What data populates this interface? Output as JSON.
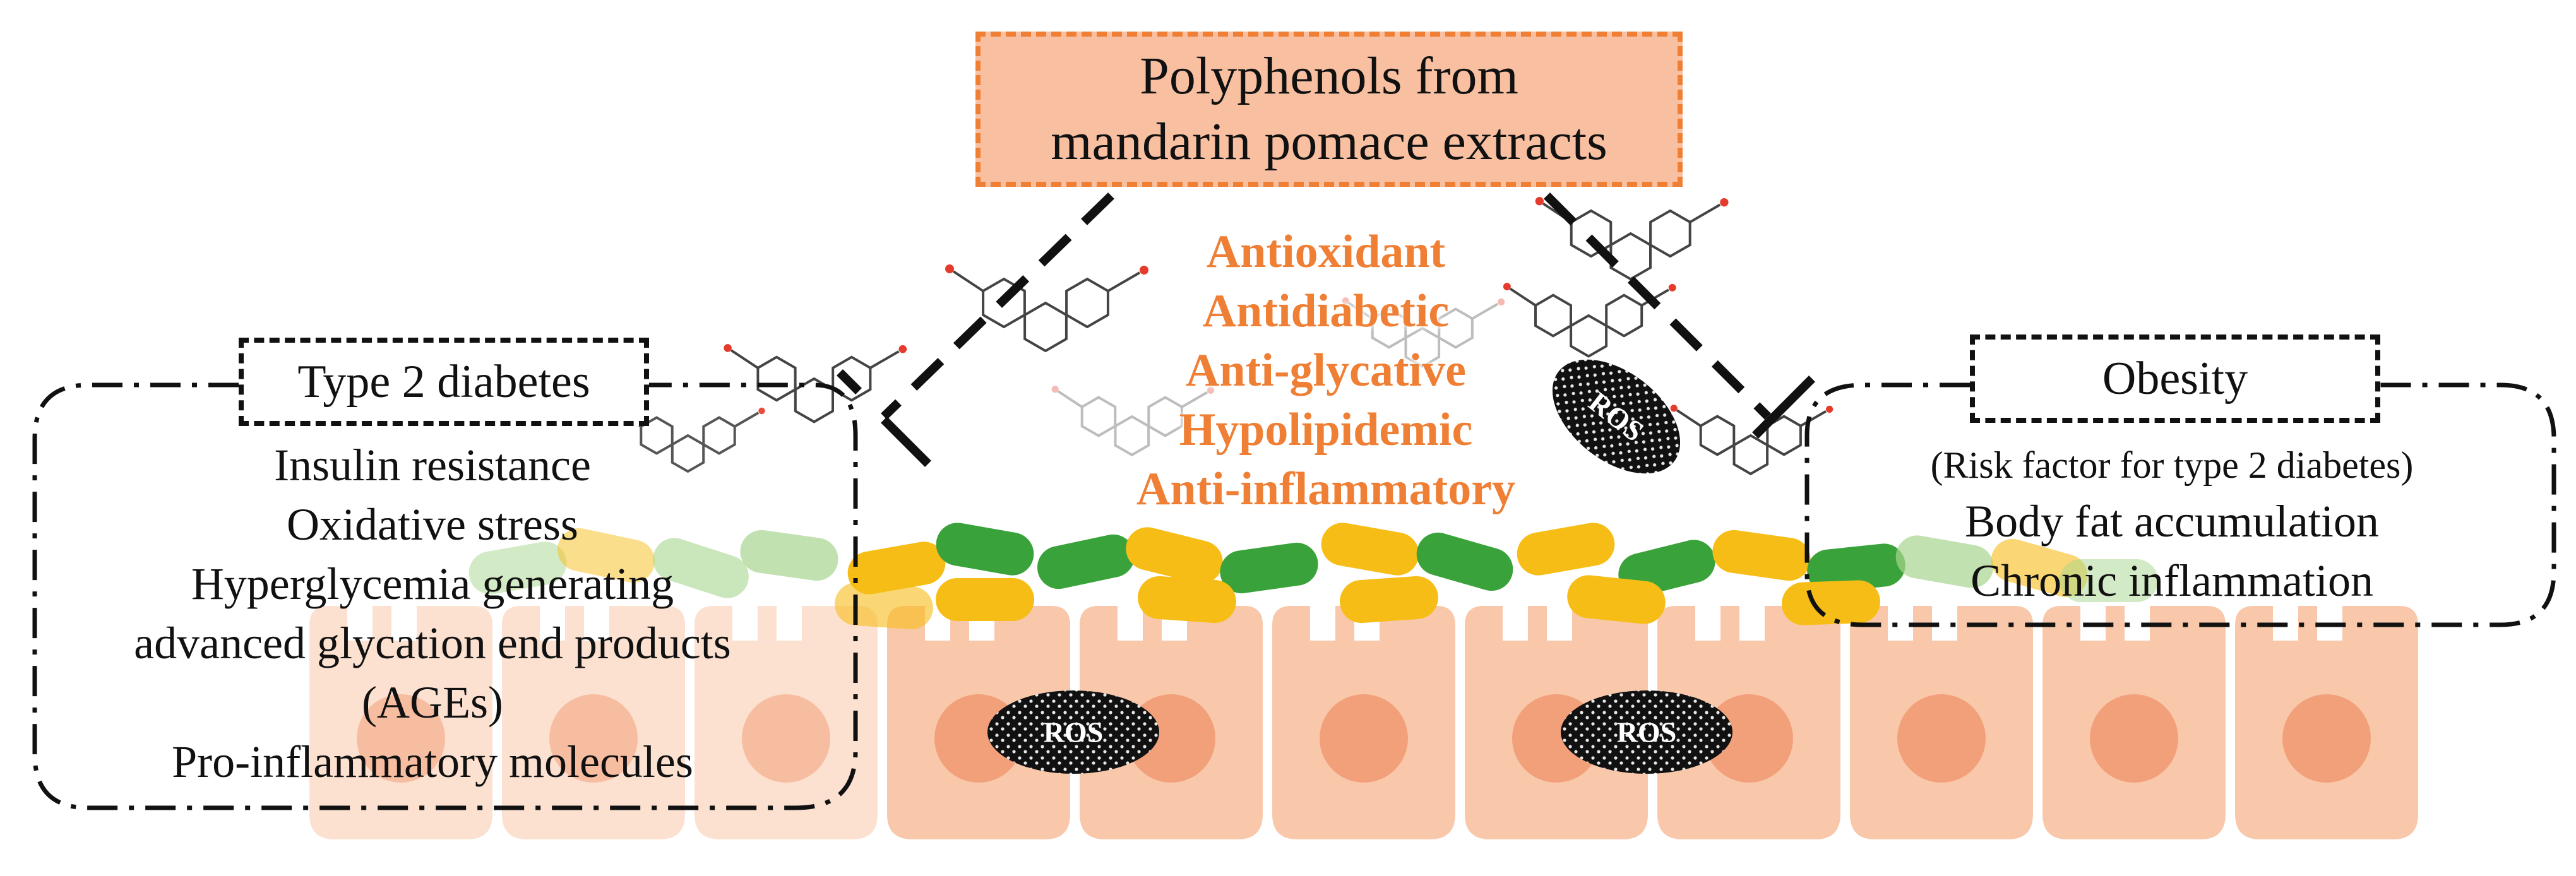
{
  "source": {
    "title_lines": [
      "Polyphenols from",
      "mandarin pomace extracts"
    ]
  },
  "effects": [
    "Antioxidant",
    "Antidiabetic",
    "Anti-glycative",
    "Hypolipidemic",
    "Anti-inflammatory"
  ],
  "type2_diabetes": {
    "label": "Type 2 diabetes",
    "items": [
      "Insulin resistance",
      "Oxidative stress",
      "Hyperglycemia generating",
      "advanced glycation end products",
      "(AGEs)",
      "Pro-inflammatory molecules"
    ]
  },
  "obesity": {
    "label": "Obesity",
    "note": "(Risk factor for type 2 diabetes)",
    "items": [
      "Body fat accumulation",
      "Chronic inflammation"
    ]
  },
  "ros": {
    "label": "ROS"
  },
  "colors": {
    "orange_text": "#ef7f34",
    "box_fill": "#f9bfa1",
    "cell_fill": "#f9c8ab",
    "cell_nucleus": "#f2a07a",
    "microbe_yellow": "#f7bd17",
    "microbe_green": "#3aa23a",
    "microbe_light_green": "#a7d58e",
    "ros_fill": "#111111"
  },
  "icons": [
    "molecule-structure",
    "enterocyte-cell",
    "gut-microbe",
    "ros-particle"
  ]
}
